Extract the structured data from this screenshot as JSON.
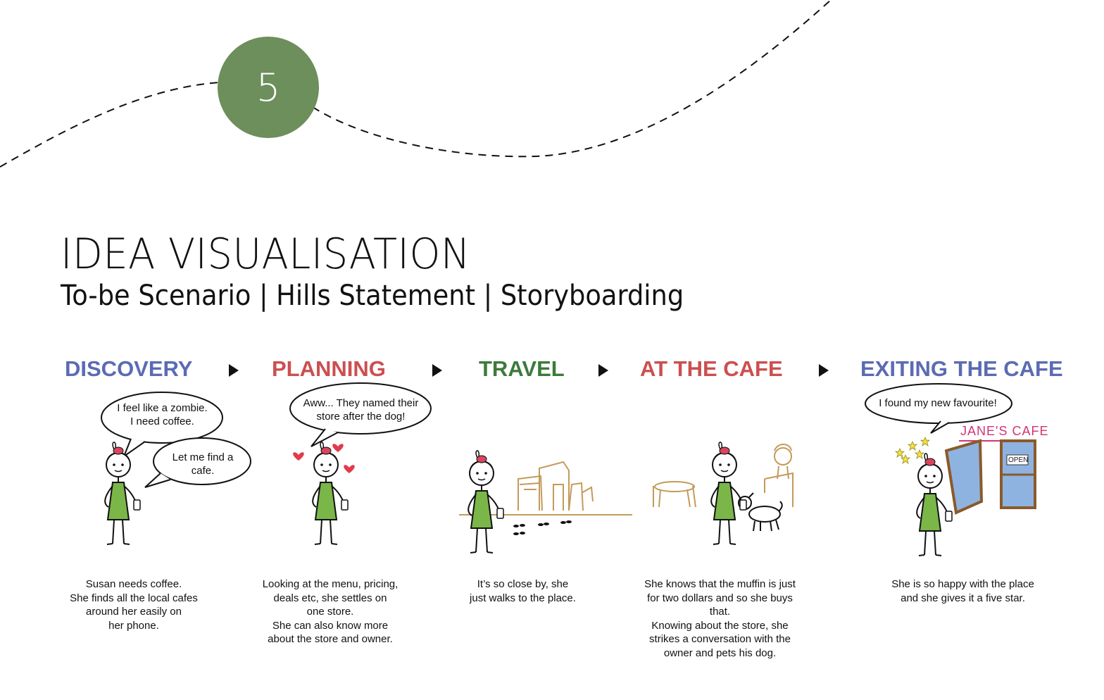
{
  "step_number": "5",
  "header": {
    "title": "IDEA VISUALISATION",
    "subtitle": "To-be Scenario | Hills Statement | Storyboarding"
  },
  "stages": [
    {
      "name": "DISCOVERY",
      "color": "#5b6bb3",
      "bubbles": [
        "I feel like a zombie.\nI need coffee.",
        "Let me find a\ncafe."
      ],
      "caption": "Susan needs coffee.\nShe finds all the local cafes\naround her easily on\nher phone."
    },
    {
      "name": "PLANNING",
      "color": "#cc4f50",
      "bubbles": [
        "Aww... They named their\nstore after the dog!"
      ],
      "caption": "Looking at the menu, pricing,\ndeals etc, she settles on\none store.\nShe can also know more\nabout the store and owner."
    },
    {
      "name": "TRAVEL",
      "color": "#3c7a3c",
      "bubbles": [],
      "caption": "It’s so close by, she\njust walks to the place."
    },
    {
      "name": "AT THE CAFE",
      "color": "#cc4f50",
      "bubbles": [],
      "caption": "She knows that the muffin is just\nfor two dollars and so she buys\nthat.\nKnowing about the store, she\nstrikes a conversation with the\nowner and pets his dog."
    },
    {
      "name": "EXITING THE CAFE",
      "color": "#5b6bb3",
      "bubbles": [
        "I found my new favourite!"
      ],
      "caption": "She is so happy with the place\nand she gives it a five star.",
      "sign": "JANE'S CAFE",
      "door_sign": "OPEN"
    }
  ],
  "colors": {
    "badge": "#6c8f5b",
    "dress": "#7ab648",
    "hair_bow": "#d9455f",
    "heart": "#e23b4a",
    "sketch": "#c49a5a",
    "star": "#f2e23c",
    "window": "#8fb3e0"
  }
}
